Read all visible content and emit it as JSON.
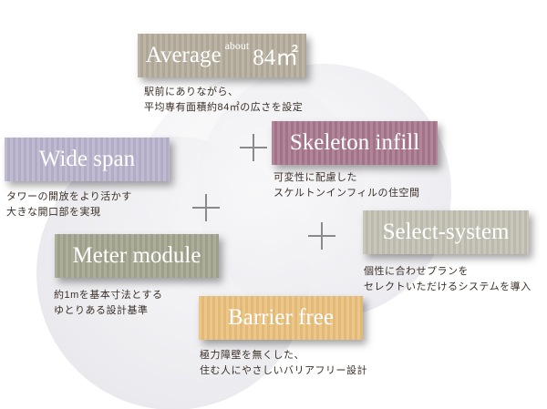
{
  "features": [
    {
      "title": "Average",
      "title_prefix": "about",
      "title_value": "84㎡",
      "lines": [
        "駅前にありながら、",
        "平均専有面積約84㎡の広さを設定"
      ],
      "color": "#b5ad9c"
    },
    {
      "title": "Wide span",
      "lines": [
        "タワーの開放をより活かす",
        "大きな開口部を実現"
      ],
      "color": "#b9b3cd"
    },
    {
      "title": "Skeleton infill",
      "lines": [
        "可変性に配慮した",
        "スケルトンインフィルの住空間"
      ],
      "color": "#a8778e"
    },
    {
      "title": "Select-system",
      "lines": [
        "個性に合わせプランを",
        "セレクトいただけるシステムを導入"
      ],
      "color": "#c3c1b3"
    },
    {
      "title": "Meter module",
      "lines": [
        "約1mを基本寸法とする",
        "ゆとりある設計基準"
      ],
      "color": "#a3a58f"
    },
    {
      "title": "Barrier free",
      "lines": [
        "極力障壁を無くした、",
        "住む人にやさしいバリアフリー設計"
      ],
      "color": "#ebc17d"
    }
  ]
}
